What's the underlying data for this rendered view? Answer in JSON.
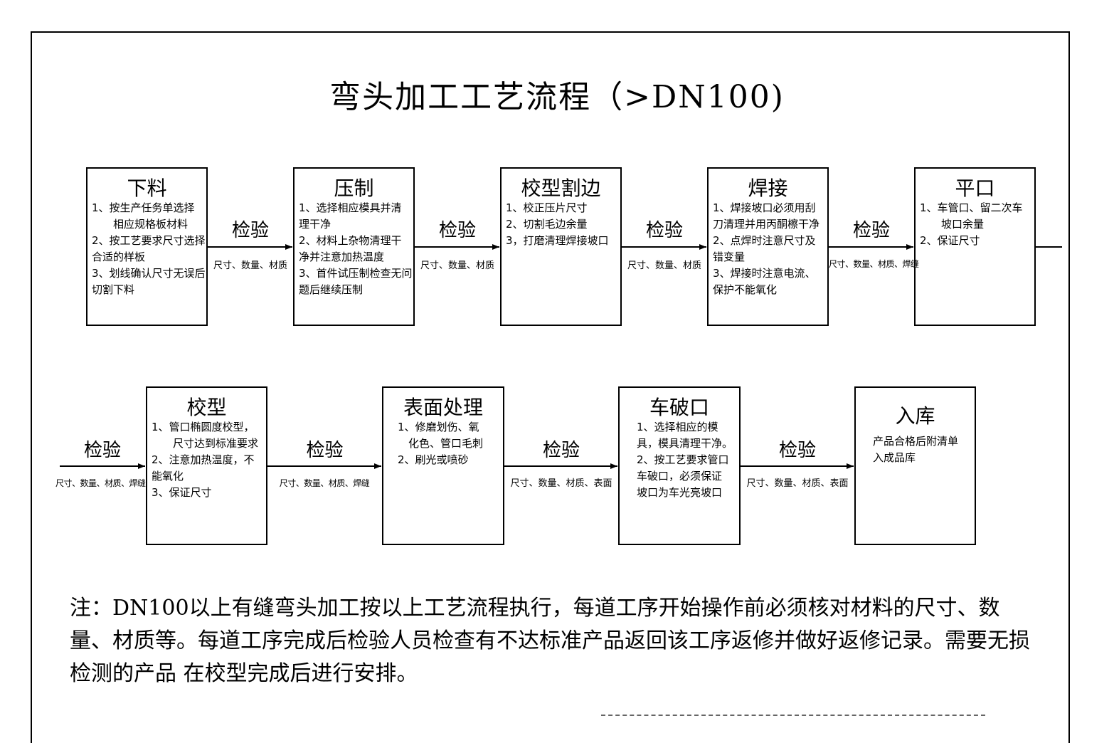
{
  "title": "弯头加工工艺流程（>DN100)",
  "steps": [
    {
      "title": "下料",
      "lines": [
        "1、按生产任务单选择",
        "　　相应规格板材料",
        "2、按工艺要求尺寸选择",
        "合适的样板",
        "3、划线确认尺寸无误后",
        "切割下料"
      ]
    },
    {
      "title": "压制",
      "lines": [
        "1、选择相应模具并清",
        "理干净",
        "2、材料上杂物清理干",
        "净并注意加热温度",
        "3、首件试压制检查无问",
        "题后继续压制"
      ]
    },
    {
      "title": "校型割边",
      "lines": [
        "1、校正压片尺寸",
        "2、切割毛边余量",
        "3，打磨清理焊接坡口"
      ]
    },
    {
      "title": "焊接",
      "lines": [
        "1、焊接坡口必须用刮",
        "刀清理并用丙酮檫干净",
        "2、点焊时注意尺寸及",
        "错变量",
        "3、焊接时注意电流、",
        "保护不能氧化"
      ]
    },
    {
      "title": "平口",
      "lines": [
        "1、车管口、留二次车",
        "　　坡口余量",
        "2、保证尺寸"
      ]
    },
    {
      "title": "校型",
      "lines": [
        "1、管口椭圆度校型，",
        "　　尺寸达到标准要求",
        "2、注意加热温度，不",
        "能氧化",
        "3、保证尺寸"
      ]
    },
    {
      "title": "表面处理",
      "lines": [
        "1、修磨划伤、氧",
        "　化色、管口毛刺",
        "2、刷光或喷砂"
      ]
    },
    {
      "title": "车破口",
      "lines": [
        "1、选择相应的模",
        "具，模具清理干净。",
        "2、按工艺要求管口",
        "车破口，必须保证",
        "坡口为车光亮坡口"
      ]
    },
    {
      "title": "入库",
      "lines": [
        "产品合格后附清单",
        "入成品库"
      ]
    }
  ],
  "inspections": [
    {
      "label": "检验",
      "sub": "尺寸、数量、材质"
    },
    {
      "label": "检验",
      "sub": "尺寸、数量、材质"
    },
    {
      "label": "检验",
      "sub": "尺寸、数量、材质"
    },
    {
      "label": "检验",
      "sub": "尺寸、数量、材质、焊缝"
    },
    {
      "label": "检验",
      "sub": "尺寸、数量、材质、焊缝"
    },
    {
      "label": "检验",
      "sub": "尺寸、数量、材质、焊缝"
    },
    {
      "label": "检验",
      "sub": "尺寸、数量、材质、表面"
    },
    {
      "label": "检验",
      "sub": "尺寸、数量、材质、表面"
    }
  ],
  "note": "注：DN100以上有缝弯头加工按以上工艺流程执行，每道工序开始操作前必须核对材料的尺寸、数量、材质等。每道工序完成后检验人员检查有不达标准产品返回该工序返修并做好返修记录。需要无损检测的产品  在校型完成后进行安排。"
}
